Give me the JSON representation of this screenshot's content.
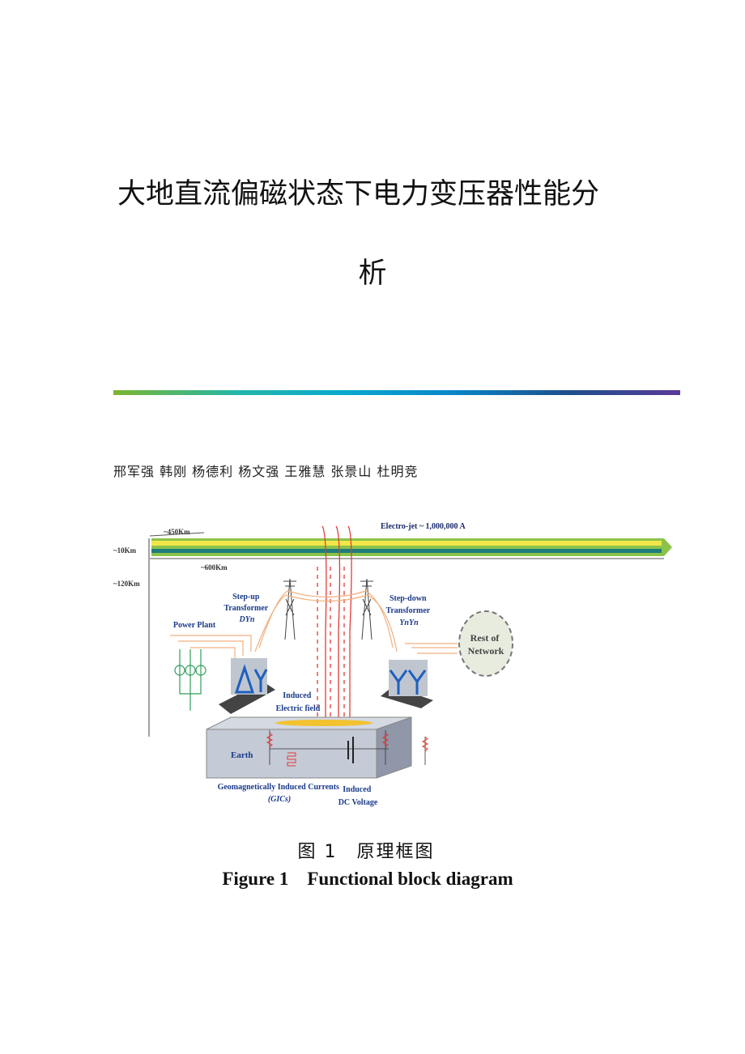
{
  "document": {
    "title_line1": "大地直流偏磁状态下电力变压器性能分",
    "title_line2": "析",
    "authors": "邢军强 韩刚 杨德利 杨文强 王雅慧 张景山 杜明竞",
    "accent_gradient": [
      "#7bb52f",
      "#0aa9cf",
      "#1c4f8c",
      "#5b3a97"
    ]
  },
  "figure": {
    "labels": {
      "electrojet": "Electro-jet ~ 1,000,000 A",
      "km450": "~450Km",
      "km10": "~10Km",
      "km600": "~600Km",
      "km120": "~120Km",
      "stepup_1": "Step-up",
      "stepup_2": "Transformer",
      "stepup_3": "DYn",
      "power_plant": "Power Plant",
      "stepdown_1": "Step-down",
      "stepdown_2": "Transformer",
      "stepdown_3": "YnYn",
      "rest_1": "Rest of",
      "rest_2": "Network",
      "efield_1": "Induced",
      "efield_2": "Electric field",
      "earth": "Earth",
      "gic_1": "Geomagnetically Induced Currents",
      "gic_2": "(GICs)",
      "dc_1": "Induced",
      "dc_2": "DC Voltage"
    },
    "caption_cn": "图 1　原理框图",
    "caption_en": "Figure 1　Functional block diagram"
  }
}
